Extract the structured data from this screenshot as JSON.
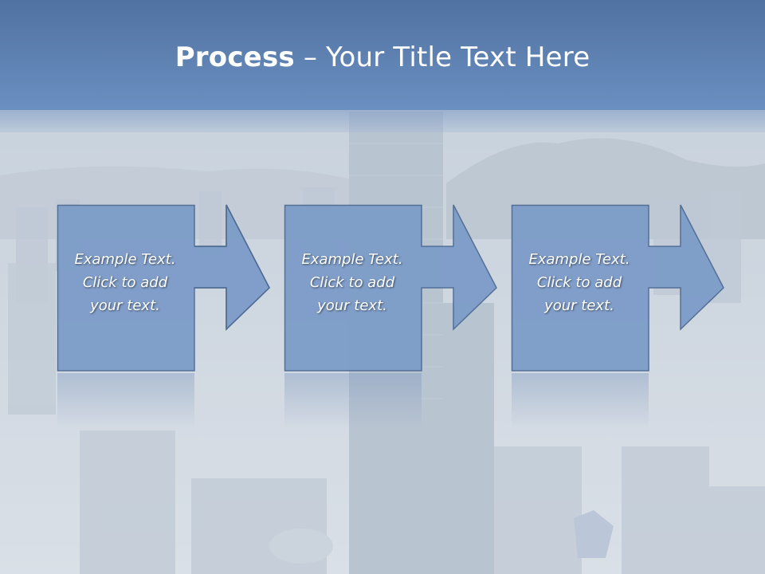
{
  "slide": {
    "title_bold": "Process",
    "title_rest": " – Your Title Text Here"
  },
  "steps": [
    {
      "text": "Example Text.\nClick  to add\nyour text."
    },
    {
      "text": "Example Text.\nClick  to add\nyour text."
    },
    {
      "text": "Example Text.\nClick  to add\nyour text."
    }
  ],
  "colors": {
    "title_bar": "#5e81b2",
    "box_fill": "#7b9cc8",
    "box_stroke": "#4d6a92",
    "text": "#ffffff"
  }
}
